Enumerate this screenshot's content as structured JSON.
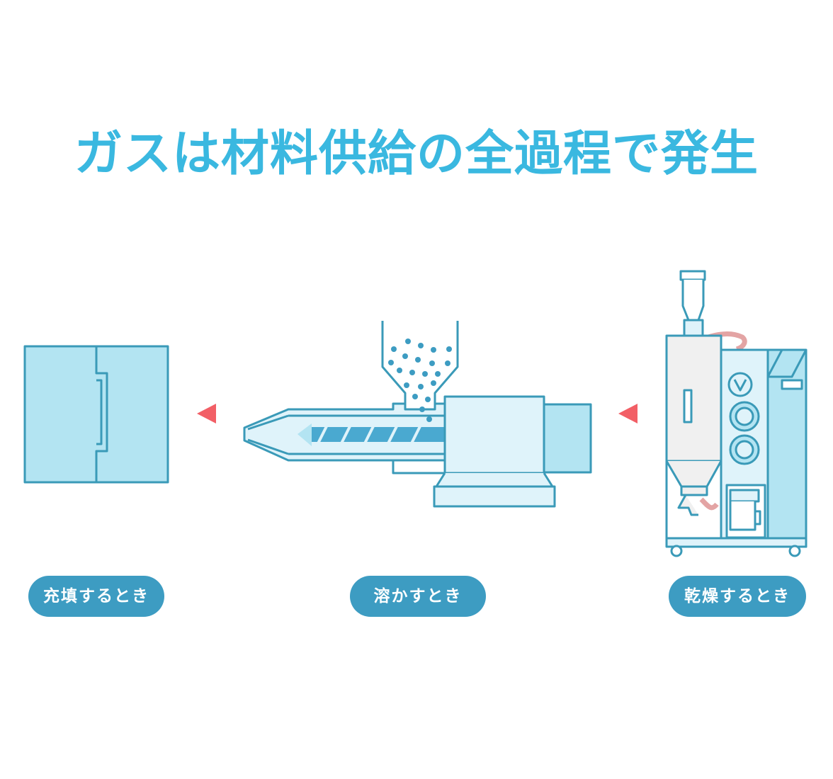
{
  "title": "ガスは材料供給の全過程で発生",
  "stages": [
    {
      "id": "fill",
      "label": "充填するとき",
      "icon": "mold-icon"
    },
    {
      "id": "melt",
      "label": "溶かすとき",
      "icon": "injection-unit-icon"
    },
    {
      "id": "dry",
      "label": "乾燥するとき",
      "icon": "dryer-icon"
    }
  ],
  "colors": {
    "title": "#3ab8e0",
    "pill": "#3d9cc2",
    "outline": "#3a9ab8",
    "fill_light": "#b3e4f2",
    "fill_pale": "#dff3fa",
    "screw": "#4aa9d0",
    "pellet": "#3d9cc2",
    "arrow": "#f25f66",
    "tube": "#e3a4a4"
  }
}
